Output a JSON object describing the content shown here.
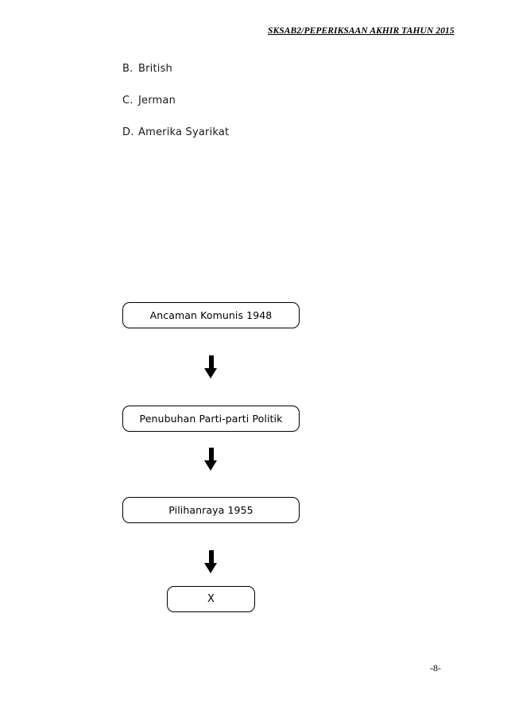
{
  "document": {
    "header": "SKSAB2/PEPERIKSAAN AKHIR TAHUN 2015",
    "page_number": "-8-"
  },
  "question_options": [
    {
      "letter": "B.",
      "text": "British"
    },
    {
      "letter": "C.",
      "text": "Jerman"
    },
    {
      "letter": "D.",
      "text": "Amerika Syarikat"
    }
  ],
  "flowchart": {
    "steps": [
      {
        "label": "Ancaman Komunis 1948"
      },
      {
        "label": "Penubuhan Parti-parti Politik"
      },
      {
        "label": "Pilihanraya 1955"
      },
      {
        "label": "X"
      }
    ],
    "arrow_glyph": "down-arrow"
  },
  "colors": {
    "text": "#000000",
    "box_border": "#000000",
    "background": "#ffffff"
  }
}
